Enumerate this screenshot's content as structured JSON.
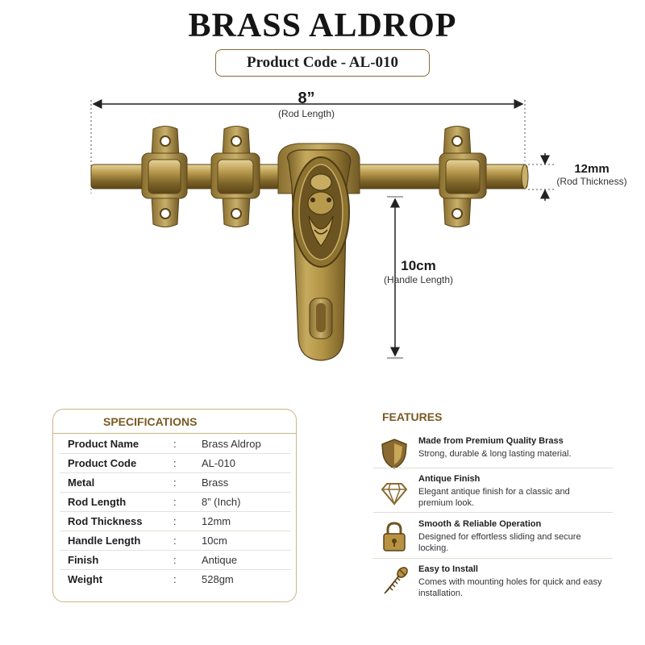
{
  "title": "BRASS ALDROP",
  "product_code": "Product Code - AL-010",
  "dimensions": {
    "rod_length": {
      "value": "8”",
      "label": "(Rod Length)"
    },
    "rod_thickness": {
      "value": "12mm",
      "label": "(Rod Thickness)"
    },
    "handle_length": {
      "value": "10cm",
      "label": "(Handle Length)"
    }
  },
  "colors": {
    "brass": "#a8893f",
    "brass_dark": "#6e5622",
    "brass_light": "#d9c484",
    "accent_text": "#7a5a22",
    "card_border": "#c9b58a"
  },
  "specifications": {
    "heading": "SPECIFICATIONS",
    "rows": [
      {
        "label": "Product Name",
        "value": "Brass Aldrop"
      },
      {
        "label": "Product Code",
        "value": "AL-010"
      },
      {
        "label": "Metal",
        "value": "Brass"
      },
      {
        "label": "Rod Length",
        "value": "8” (Inch)"
      },
      {
        "label": "Rod Thickness",
        "value": "12mm"
      },
      {
        "label": "Handle Length",
        "value": "10cm"
      },
      {
        "label": "Finish",
        "value": "Antique"
      },
      {
        "label": "Weight",
        "value": "528gm"
      }
    ]
  },
  "features": {
    "heading": "FEATURES",
    "items": [
      {
        "icon": "shield-icon",
        "title": "Made from Premium Quality Brass",
        "desc": "Strong, durable & long lasting material."
      },
      {
        "icon": "diamond-icon",
        "title": "Antique Finish",
        "desc": "Elegant antique finish for a classic and premium look."
      },
      {
        "icon": "lock-icon",
        "title": "Smooth & Reliable Operation",
        "desc": "Designed for effortless sliding and secure locking."
      },
      {
        "icon": "screw-icon",
        "title": "Easy to Install",
        "desc": "Comes with mounting holes for quick and easy installation."
      }
    ]
  }
}
